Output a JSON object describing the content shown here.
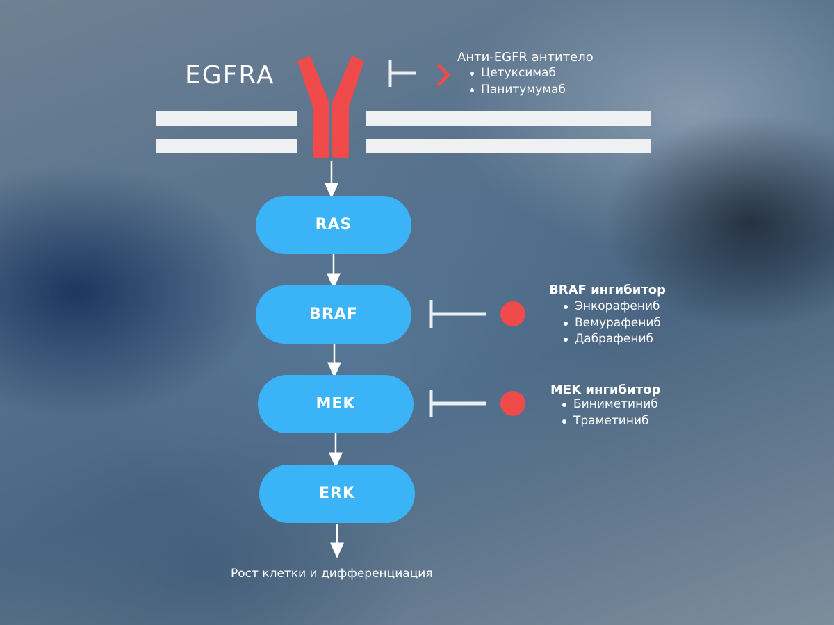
{
  "receptor": {
    "name": "EGFRA"
  },
  "pathway": {
    "nodes": [
      {
        "label": "RAS"
      },
      {
        "label": "BRAF"
      },
      {
        "label": "MEK"
      },
      {
        "label": "ERK"
      }
    ],
    "outcome": "Рост клетки и дифференциация"
  },
  "inhibitors": {
    "antibody": {
      "title": "Анти-EGFR антитело",
      "drugs": [
        "Цетуксимаб",
        "Панитумумаб"
      ]
    },
    "braf": {
      "title": "BRAF ингибитор",
      "drugs": [
        "Энкорафениб",
        "Вемурафениб",
        "Дабрафениб"
      ]
    },
    "mek": {
      "title": "MEK ингибитор",
      "drugs": [
        "Биниметиниб",
        "Траметиниб"
      ]
    }
  },
  "colors": {
    "node_fill": "#3bb4f7",
    "receptor": "#f04a4a",
    "inhibitor_dot": "#f04a4a",
    "membrane": "#eef0f2",
    "arrow": "#ffffff",
    "blocker": "#eceff2"
  },
  "icons": {
    "receptor": "y-shaped-receptor-icon",
    "blocker": "t-bar-inhibition-icon",
    "antibody": "chevron-antibody-icon",
    "inhibitor": "red-dot-inhibitor-icon"
  }
}
